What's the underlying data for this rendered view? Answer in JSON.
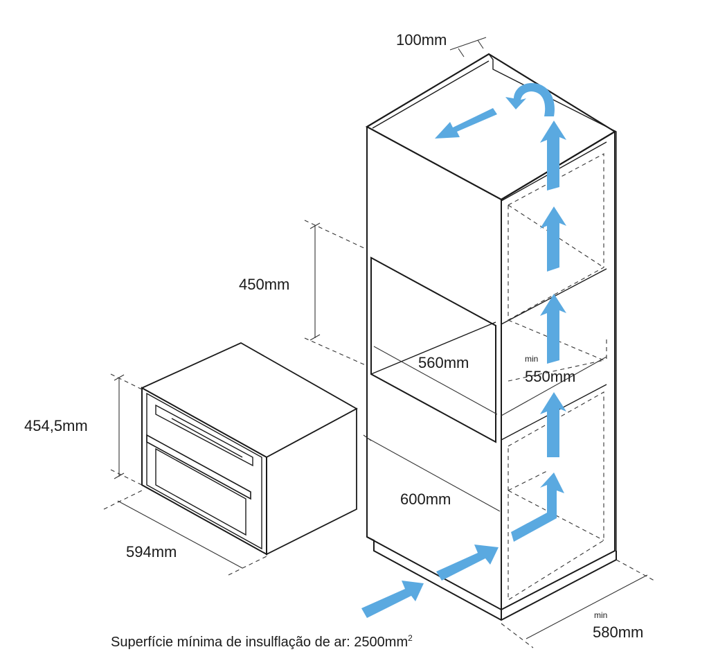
{
  "dimensions": {
    "top_clearance": "100mm",
    "niche_height": "450mm",
    "niche_width": "560mm",
    "cabinet_width": "600mm",
    "appliance_height": "454,5mm",
    "appliance_width": "594mm",
    "min_depth_label": "min",
    "min_depth": "550mm",
    "min_cabinet_depth_label": "min",
    "min_cabinet_depth": "580mm"
  },
  "caption": {
    "text": "Superfície mínima de insulflação de ar: 2500mm",
    "superscript": "2"
  },
  "colors": {
    "airflow_arrow": "#5aa9e0",
    "line": "#1a1a1a"
  },
  "icons": {
    "airflow": "airflow-arrow-icon"
  }
}
